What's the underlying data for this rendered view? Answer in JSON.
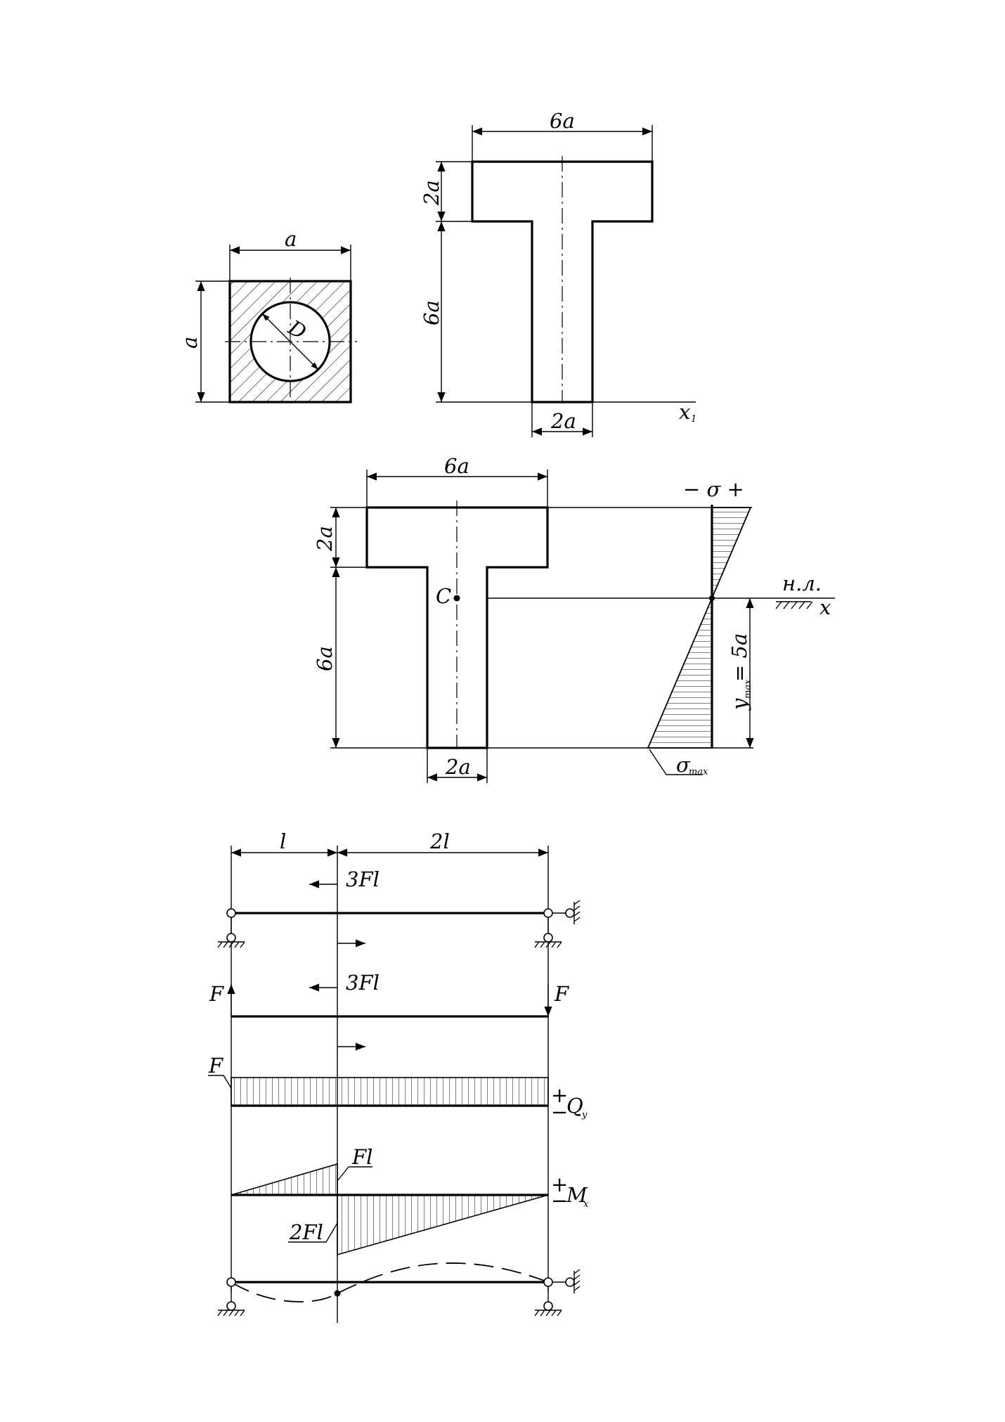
{
  "square_section": {
    "dim_width": "a",
    "dim_height": "a",
    "hole_diameter": "D"
  },
  "tee_section": {
    "dim_flange_width": "6a",
    "dim_flange_height": "2a",
    "dim_web_height": "6a",
    "dim_web_width": "2a",
    "axis_label": "x",
    "axis_label_sub": "1"
  },
  "stress_section": {
    "dim_flange_width": "6a",
    "dim_flange_height": "2a",
    "dim_web_height": "6a",
    "dim_web_width": "2a",
    "centroid_label": "C",
    "sign_label": "− σ +",
    "neutral_line_label": "н.л.",
    "axis_label": "x",
    "ymax_main": "y",
    "ymax_sub": "max",
    "ymax_value": " = 5a",
    "sigma_main": "σ",
    "sigma_sub": "max"
  },
  "beam": {
    "span_left": "l",
    "span_right": "2l",
    "moment_load": "3Fl",
    "moment_load_fbd": "3Fl",
    "reaction_left": "F",
    "reaction_right": "F",
    "shear_value": "F",
    "shear_signs": "+",
    "shear_minus": "−",
    "shear_main": "Q",
    "shear_sub": "y",
    "moment_pos_value": "Fl",
    "moment_neg_value": "2Fl",
    "moment_signs": "+",
    "moment_minus": "−",
    "moment_main": "M",
    "moment_sub": "x"
  }
}
